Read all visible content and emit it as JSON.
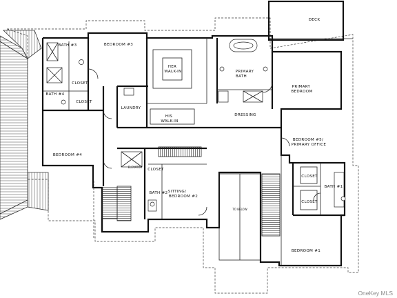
{
  "rooms": {
    "deck": "DECK",
    "bath3": "BATH #3",
    "bedroom3": "BEDROOM #3",
    "bath4": "BATH #4",
    "closet_b4_upper": "CLOSET",
    "closet_b4_lower": "CLOSET",
    "her_walkin": "HER\nWALK-IN",
    "primary_bath": "PRIMARY\nBATH",
    "primary_bedroom": "PRIMARY\nBEDROOM",
    "laundry": "LAUNDRY",
    "his_walkin": "HIS\nWALK-IN",
    "dressing": "DRESSING",
    "bedroom4": "BEDROOM #4",
    "bedroom5": "BEDROOM #5/\nPRIMARY OFFICE",
    "elevator": "ELEVATOR",
    "closet_sitting": "CLOSET",
    "bath2": "BATH #2",
    "sitting": "SITTING/\nBEDROOM #2",
    "closet_b1_upper": "CLOSET",
    "closet_b1_lower": "CLOSET",
    "bath1": "BATH #1",
    "bedroom1": "BEDROOM #1",
    "to_below": "TO BELOW"
  },
  "watermark": "OneKey MLS"
}
